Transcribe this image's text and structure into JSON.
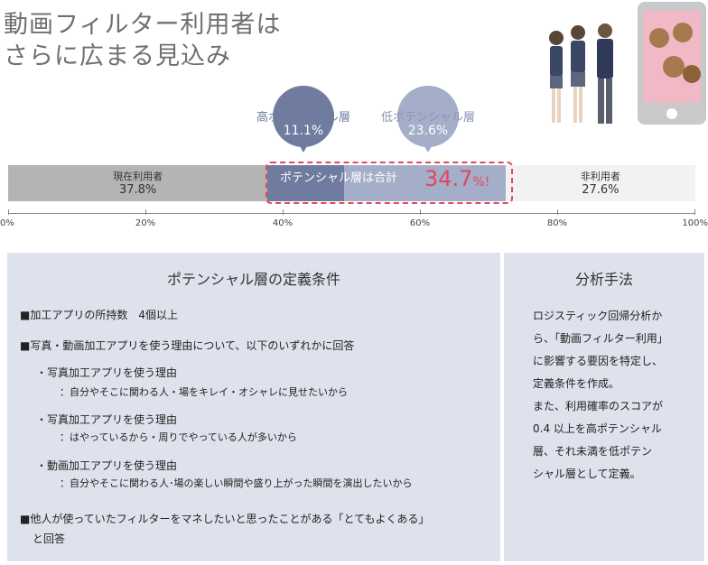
{
  "title": {
    "line1": "動画フィルター利用者は",
    "line2": "さらに広まる見込み"
  },
  "chart_data": {
    "type": "bar",
    "orientation": "horizontal-stacked",
    "xlim": [
      0,
      100
    ],
    "ticks": [
      "0%",
      "20%",
      "40%",
      "60%",
      "80%",
      "100%"
    ],
    "segments": [
      {
        "name": "現在利用者",
        "value": 37.8,
        "label": "37.8%",
        "color": "#b4b4b4"
      },
      {
        "name": "高ポテンシャル層",
        "value": 11.1,
        "label": "11.1%",
        "color": "#6f7ca0"
      },
      {
        "name": "低ポテンシャル層",
        "value": 23.6,
        "label": "23.6%",
        "color": "#a5aec8"
      },
      {
        "name": "非利用者",
        "value": 27.6,
        "label": "27.6%",
        "color": "#f2f2f2"
      }
    ],
    "callout": {
      "text": "ポテンシャル層は合計",
      "value": "34.7",
      "unit": "%",
      "suffix": "!"
    }
  },
  "conditions": {
    "title": "ポテンシャル層の定義条件",
    "item1": "■加工アプリの所持数　4個以上",
    "item2": "■写真・動画加工アプリを使う理由について、以下のいずれかに回答",
    "reasons": [
      {
        "head": "・写真加工アプリを使う理由",
        "detail": "：自分やそこに関わる人・場をキレイ・オシャレに見せたいから"
      },
      {
        "head": "・写真加工アプリを使う理由",
        "detail": "：はやっているから・周りでやっている人が多いから"
      },
      {
        "head": "・動画加工アプリを使う理由",
        "detail": "：自分やそこに関わる人･場の楽しい瞬間や盛り上がった瞬間を演出したいから"
      }
    ],
    "item3_line1": "■他人が使っていたフィルターをマネしたいと思ったことがある「とてもよくある」",
    "item3_line2": "と回答"
  },
  "method": {
    "title": "分析手法",
    "lines": [
      "ロジスティック回帰分析か",
      "ら、「動画フィルター利用」",
      "に影響する要因を特定し、",
      "定義条件を作成。",
      "また、利用確率のスコアが",
      "0.4 以上を高ポテンシャル",
      "層、それ未満を低ポテン",
      "シャル層として定義。"
    ]
  },
  "colors": {
    "accent": "#e0485e",
    "panel": "#dee2ec",
    "title": "#6f6f6f"
  }
}
